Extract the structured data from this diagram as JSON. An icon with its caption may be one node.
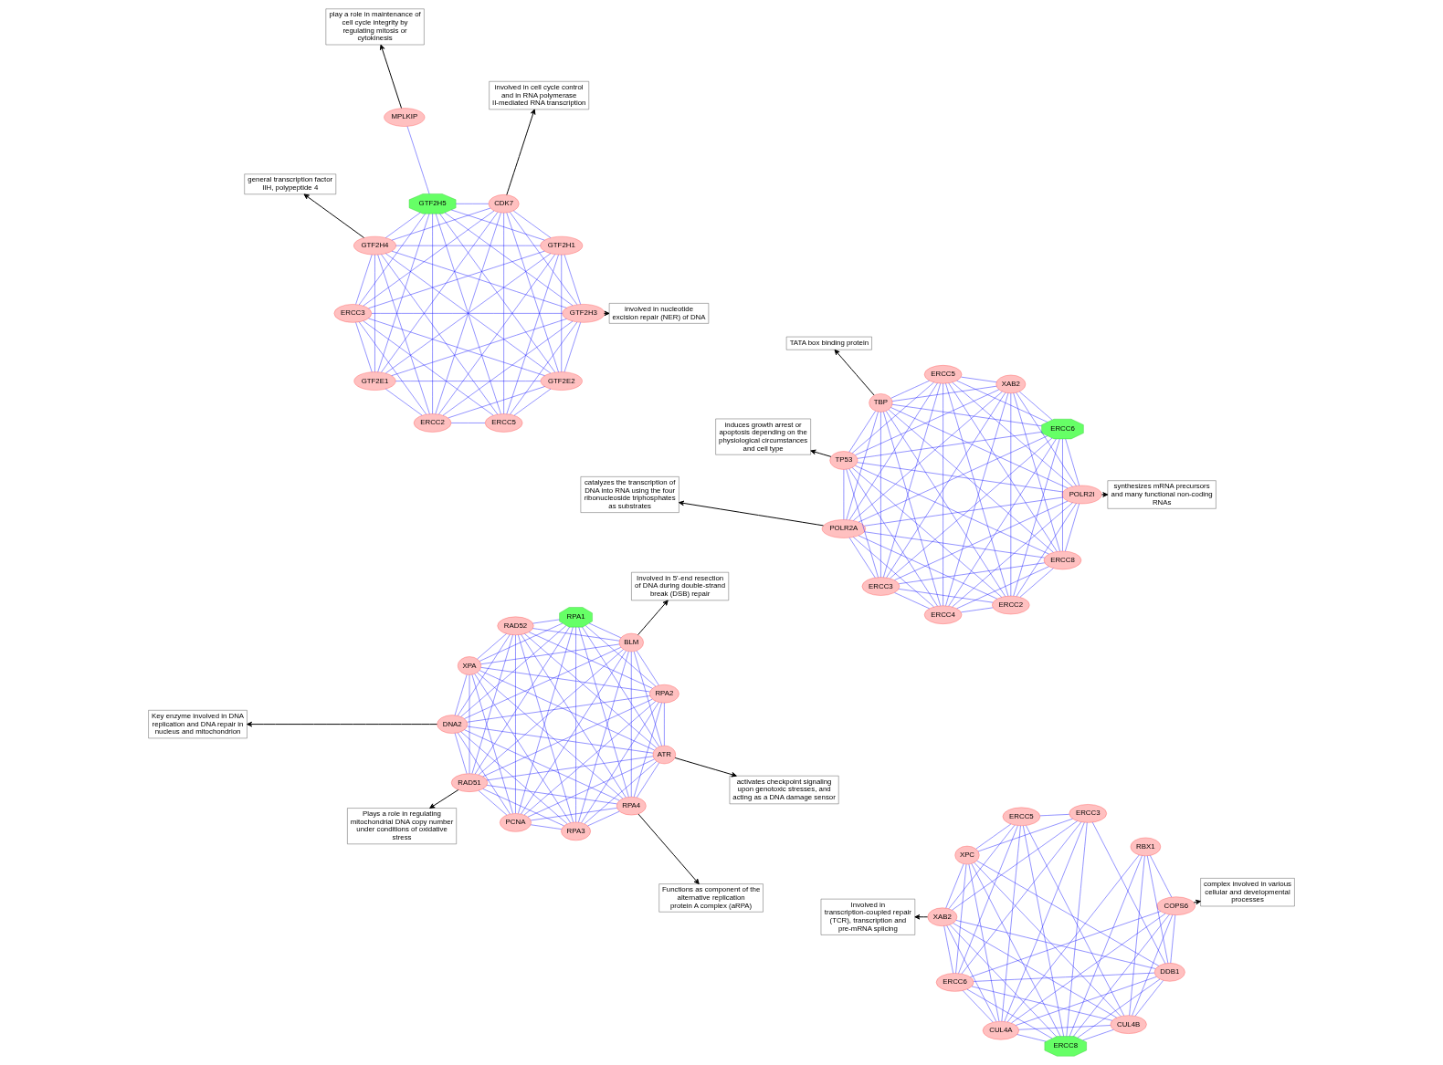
{
  "diagram": {
    "nodes": [
      {
        "text": [
          "Involved in transcription-coupled repair (TCR), transcription and pre-mRNA splicing"
        ]
      },
      {
        "text": [
          "XAB2"
        ]
      },
      {
        "text": [
          "ERCC6"
        ]
      },
      {
        "text": [
          "ERCC3"
        ]
      },
      {
        "text": [
          "ERCC8"
        ]
      },
      {
        "text": [
          "ERCC5"
        ]
      },
      {
        "text": [
          "RBX1"
        ]
      },
      {
        "text": [
          "CUL4B"
        ]
      },
      {
        "text": [
          "XPC"
        ]
      },
      {
        "text": [
          "CUL4A"
        ]
      },
      {
        "text": [
          "COPS6"
        ]
      },
      {
        "text": [
          "DDB1"
        ]
      },
      {
        "text": [
          "complex involved in various cellular and developmental processes"
        ]
      },
      {
        "text": [
          "catalyzes the transcription of DNA into RNA using the four ribonucleoside triphosphates as substrates"
        ]
      },
      {
        "text": [
          "POLR2A"
        ]
      },
      {
        "text": [
          "ERCC3"
        ]
      },
      {
        "text": [
          "TATA box binding protein"
        ]
      },
      {
        "text": [
          "TBP"
        ]
      },
      {
        "text": [
          "ERCC5"
        ]
      },
      {
        "text": [
          "XAB2"
        ]
      },
      {
        "text": [
          "ERCC6"
        ]
      },
      {
        "text": [
          "POLR2I"
        ]
      },
      {
        "text": [
          "ERCC8"
        ]
      },
      {
        "text": [
          "synthesizes mRNA precursors and many functional non-coding RNAs"
        ]
      },
      {
        "text": [
          "ERCC2"
        ]
      },
      {
        "text": [
          "ERCC4"
        ]
      },
      {
        "text": [
          "TP53"
        ]
      },
      {
        "text": [
          "induces growth arrest or apoptosis depending on the physiological circumstances and cell type"
        ]
      },
      {
        "text": [
          "Key enzyme involved in DNA replication and DNA repair in nucleus and mitochondrion"
        ]
      },
      {
        "text": [
          "XPA"
        ]
      },
      {
        "text": [
          "DNA2"
        ]
      },
      {
        "text": [
          "Involved in 5'-end resection of DNA during double-strand break (DSB) repair"
        ]
      },
      {
        "text": [
          "RPA1"
        ]
      },
      {
        "text": [
          "BLM"
        ]
      },
      {
        "text": [
          "activates checkpoint signaling upon genotoxic stresses, and acting as a DNA damage sensor"
        ]
      },
      {
        "text": [
          "RPA2"
        ]
      },
      {
        "text": [
          "ATR"
        ]
      },
      {
        "text": [
          "RPA4"
        ]
      },
      {
        "text": [
          "RPA3"
        ]
      },
      {
        "text": [
          "Functions as component of the alternative replication protein A complex (aRPA)"
        ]
      },
      {
        "text": [
          "PCNA"
        ]
      },
      {
        "text": [
          "RAD51"
        ]
      },
      {
        "text": [
          "RAD52"
        ]
      },
      {
        "text": [
          "Plays a role in regulating mitochondrial DNA copy number under conditions of oxidative stress"
        ]
      },
      {
        "text": [
          "ERCC5"
        ]
      },
      {
        "text": [
          "GTF2E1"
        ]
      },
      {
        "text": [
          "general transcription factor IIH, polypeptide 4"
        ]
      },
      {
        "text": [
          "GTF2E2"
        ]
      },
      {
        "text": [
          "ERCC3"
        ]
      },
      {
        "text": [
          "GTF2H4"
        ]
      },
      {
        "text": [
          "GTF2H5"
        ]
      },
      {
        "text": [
          "involved in cell cycle control and in RNA polymerase II-mediated RNA transcription"
        ]
      },
      {
        "text": [
          "CDK7"
        ]
      },
      {
        "text": [
          "GTF2H1"
        ]
      },
      {
        "text": [
          "MPLKIP"
        ]
      },
      {
        "text": [
          "play a role in maintenance of cell cycle integrity by regulating mitosis or cytokinesis"
        ]
      },
      {
        "text": [
          "GTF2H3"
        ]
      },
      {
        "text": [
          "ERCC2"
        ]
      },
      {
        "text": [
          "involved in nucleotide excision repair (NER) of DNA"
        ]
      }
    ],
    "edges": [
      {
        "from": 1,
        "to": 0,
        "arrow": "to",
        "color": "#000000"
      },
      {
        "from": 10,
        "to": 12,
        "arrow": "to",
        "color": "#000000"
      },
      {
        "from": 1,
        "to": 2,
        "arrow": "none"
      },
      {
        "from": 1,
        "to": 4,
        "arrow": "none"
      },
      {
        "from": 1,
        "to": 3,
        "arrow": "none"
      },
      {
        "from": 1,
        "to": 5,
        "arrow": "none"
      },
      {
        "from": 1,
        "to": 7,
        "arrow": "none"
      },
      {
        "from": 1,
        "to": 9,
        "arrow": "none"
      },
      {
        "from": 1,
        "to": 11,
        "arrow": "none"
      },
      {
        "from": 1,
        "to": 8,
        "arrow": "none"
      },
      {
        "from": 2,
        "to": 4,
        "arrow": "none"
      },
      {
        "from": 2,
        "to": 3,
        "arrow": "none"
      },
      {
        "from": 2,
        "to": 5,
        "arrow": "none"
      },
      {
        "from": 2,
        "to": 7,
        "arrow": "none"
      },
      {
        "from": 2,
        "to": 9,
        "arrow": "none"
      },
      {
        "from": 2,
        "to": 11,
        "arrow": "none"
      },
      {
        "from": 2,
        "to": 10,
        "arrow": "none"
      },
      {
        "from": 2,
        "to": 8,
        "arrow": "none"
      },
      {
        "from": 4,
        "to": 3,
        "arrow": "none"
      },
      {
        "from": 4,
        "to": 5,
        "arrow": "none"
      },
      {
        "from": 4,
        "to": 7,
        "arrow": "none"
      },
      {
        "from": 4,
        "to": 9,
        "arrow": "none"
      },
      {
        "from": 4,
        "to": 11,
        "arrow": "none"
      },
      {
        "from": 4,
        "to": 10,
        "arrow": "none"
      },
      {
        "from": 4,
        "to": 8,
        "arrow": "none"
      },
      {
        "from": 4,
        "to": 6,
        "arrow": "none"
      },
      {
        "from": 3,
        "to": 5,
        "arrow": "none"
      },
      {
        "from": 3,
        "to": 9,
        "arrow": "none"
      },
      {
        "from": 3,
        "to": 11,
        "arrow": "none"
      },
      {
        "from": 3,
        "to": 8,
        "arrow": "none"
      },
      {
        "from": 5,
        "to": 7,
        "arrow": "none"
      },
      {
        "from": 5,
        "to": 9,
        "arrow": "none"
      },
      {
        "from": 5,
        "to": 8,
        "arrow": "none"
      },
      {
        "from": 7,
        "to": 8,
        "arrow": "none"
      },
      {
        "from": 7,
        "to": 6,
        "arrow": "none"
      },
      {
        "from": 7,
        "to": 9,
        "arrow": "none"
      },
      {
        "from": 7,
        "to": 11,
        "arrow": "none"
      },
      {
        "from": 7,
        "to": 10,
        "arrow": "none"
      },
      {
        "from": 9,
        "to": 11,
        "arrow": "none"
      },
      {
        "from": 9,
        "to": 10,
        "arrow": "none"
      },
      {
        "from": 9,
        "to": 6,
        "arrow": "none"
      },
      {
        "from": 9,
        "to": 8,
        "arrow": "none"
      },
      {
        "from": 11,
        "to": 10,
        "arrow": "none"
      },
      {
        "from": 11,
        "to": 6,
        "arrow": "none"
      },
      {
        "from": 11,
        "to": 8,
        "arrow": "none"
      },
      {
        "from": 6,
        "to": 10,
        "arrow": "none"
      },
      {
        "from": 14,
        "to": 13,
        "arrow": "to",
        "color": "#000000"
      },
      {
        "from": 17,
        "to": 16,
        "arrow": "to",
        "color": "#000000"
      },
      {
        "from": 21,
        "to": 23,
        "arrow": "to",
        "color": "#000000"
      },
      {
        "from": 26,
        "to": 27,
        "arrow": "to",
        "color": "#000000"
      },
      {
        "from": 14,
        "to": 15,
        "arrow": "none"
      },
      {
        "from": 14,
        "to": 17,
        "arrow": "none"
      },
      {
        "from": 14,
        "to": 18,
        "arrow": "none"
      },
      {
        "from": 14,
        "to": 19,
        "arrow": "none"
      },
      {
        "from": 14,
        "to": 20,
        "arrow": "none"
      },
      {
        "from": 14,
        "to": 21,
        "arrow": "none"
      },
      {
        "from": 14,
        "to": 22,
        "arrow": "none"
      },
      {
        "from": 14,
        "to": 24,
        "arrow": "none"
      },
      {
        "from": 14,
        "to": 25,
        "arrow": "none"
      },
      {
        "from": 14,
        "to": 26,
        "arrow": "none"
      },
      {
        "from": 15,
        "to": 17,
        "arrow": "none"
      },
      {
        "from": 15,
        "to": 18,
        "arrow": "none"
      },
      {
        "from": 15,
        "to": 19,
        "arrow": "none"
      },
      {
        "from": 15,
        "to": 20,
        "arrow": "none"
      },
      {
        "from": 15,
        "to": 21,
        "arrow": "none"
      },
      {
        "from": 15,
        "to": 22,
        "arrow": "none"
      },
      {
        "from": 15,
        "to": 24,
        "arrow": "none"
      },
      {
        "from": 15,
        "to": 25,
        "arrow": "none"
      },
      {
        "from": 15,
        "to": 26,
        "arrow": "none"
      },
      {
        "from": 17,
        "to": 18,
        "arrow": "none"
      },
      {
        "from": 17,
        "to": 19,
        "arrow": "none"
      },
      {
        "from": 17,
        "to": 20,
        "arrow": "none"
      },
      {
        "from": 17,
        "to": 21,
        "arrow": "none"
      },
      {
        "from": 17,
        "to": 22,
        "arrow": "none"
      },
      {
        "from": 17,
        "to": 24,
        "arrow": "none"
      },
      {
        "from": 17,
        "to": 25,
        "arrow": "none"
      },
      {
        "from": 17,
        "to": 26,
        "arrow": "none"
      },
      {
        "from": 18,
        "to": 19,
        "arrow": "none"
      },
      {
        "from": 18,
        "to": 20,
        "arrow": "none"
      },
      {
        "from": 18,
        "to": 21,
        "arrow": "none"
      },
      {
        "from": 18,
        "to": 22,
        "arrow": "none"
      },
      {
        "from": 18,
        "to": 24,
        "arrow": "none"
      },
      {
        "from": 18,
        "to": 25,
        "arrow": "none"
      },
      {
        "from": 18,
        "to": 26,
        "arrow": "none"
      },
      {
        "from": 19,
        "to": 20,
        "arrow": "none"
      },
      {
        "from": 19,
        "to": 21,
        "arrow": "none"
      },
      {
        "from": 19,
        "to": 22,
        "arrow": "none"
      },
      {
        "from": 19,
        "to": 24,
        "arrow": "none"
      },
      {
        "from": 19,
        "to": 25,
        "arrow": "none"
      },
      {
        "from": 19,
        "to": 26,
        "arrow": "none"
      },
      {
        "from": 20,
        "to": 21,
        "arrow": "none"
      },
      {
        "from": 20,
        "to": 22,
        "arrow": "none"
      },
      {
        "from": 20,
        "to": 24,
        "arrow": "none"
      },
      {
        "from": 20,
        "to": 25,
        "arrow": "none"
      },
      {
        "from": 20,
        "to": 26,
        "arrow": "none"
      },
      {
        "from": 21,
        "to": 22,
        "arrow": "none"
      },
      {
        "from": 21,
        "to": 24,
        "arrow": "none"
      },
      {
        "from": 21,
        "to": 25,
        "arrow": "none"
      },
      {
        "from": 21,
        "to": 26,
        "arrow": "none"
      },
      {
        "from": 22,
        "to": 24,
        "arrow": "none"
      },
      {
        "from": 22,
        "to": 25,
        "arrow": "none"
      },
      {
        "from": 22,
        "to": 26,
        "arrow": "none"
      },
      {
        "from": 24,
        "to": 25,
        "arrow": "none"
      },
      {
        "from": 24,
        "to": 26,
        "arrow": "none"
      },
      {
        "from": 25,
        "to": 26,
        "arrow": "none"
      },
      {
        "from": 30,
        "to": 28,
        "arrow": "to",
        "color": "#000000"
      },
      {
        "from": 33,
        "to": 31,
        "arrow": "to",
        "color": "#000000"
      },
      {
        "from": 36,
        "to": 34,
        "arrow": "to",
        "color": "#000000"
      },
      {
        "from": 37,
        "to": 39,
        "arrow": "to",
        "color": "#000000"
      },
      {
        "from": 41,
        "to": 43,
        "arrow": "to",
        "color": "#000000"
      },
      {
        "from": 29,
        "to": 30,
        "arrow": "none"
      },
      {
        "from": 29,
        "to": 32,
        "arrow": "none"
      },
      {
        "from": 29,
        "to": 33,
        "arrow": "none"
      },
      {
        "from": 29,
        "to": 35,
        "arrow": "none"
      },
      {
        "from": 29,
        "to": 36,
        "arrow": "none"
      },
      {
        "from": 29,
        "to": 37,
        "arrow": "none"
      },
      {
        "from": 29,
        "to": 38,
        "arrow": "none"
      },
      {
        "from": 29,
        "to": 40,
        "arrow": "none"
      },
      {
        "from": 29,
        "to": 41,
        "arrow": "none"
      },
      {
        "from": 29,
        "to": 42,
        "arrow": "none"
      },
      {
        "from": 30,
        "to": 32,
        "arrow": "none"
      },
      {
        "from": 30,
        "to": 33,
        "arrow": "none"
      },
      {
        "from": 30,
        "to": 35,
        "arrow": "none"
      },
      {
        "from": 30,
        "to": 36,
        "arrow": "none"
      },
      {
        "from": 30,
        "to": 37,
        "arrow": "none"
      },
      {
        "from": 30,
        "to": 38,
        "arrow": "none"
      },
      {
        "from": 30,
        "to": 40,
        "arrow": "none"
      },
      {
        "from": 30,
        "to": 41,
        "arrow": "none"
      },
      {
        "from": 30,
        "to": 42,
        "arrow": "none"
      },
      {
        "from": 32,
        "to": 33,
        "arrow": "none"
      },
      {
        "from": 32,
        "to": 35,
        "arrow": "none"
      },
      {
        "from": 32,
        "to": 36,
        "arrow": "none"
      },
      {
        "from": 32,
        "to": 37,
        "arrow": "none"
      },
      {
        "from": 32,
        "to": 38,
        "arrow": "none"
      },
      {
        "from": 32,
        "to": 40,
        "arrow": "none"
      },
      {
        "from": 32,
        "to": 41,
        "arrow": "none"
      },
      {
        "from": 32,
        "to": 42,
        "arrow": "none"
      },
      {
        "from": 33,
        "to": 35,
        "arrow": "none"
      },
      {
        "from": 33,
        "to": 36,
        "arrow": "none"
      },
      {
        "from": 33,
        "to": 37,
        "arrow": "none"
      },
      {
        "from": 33,
        "to": 38,
        "arrow": "none"
      },
      {
        "from": 33,
        "to": 40,
        "arrow": "none"
      },
      {
        "from": 33,
        "to": 41,
        "arrow": "none"
      },
      {
        "from": 33,
        "to": 42,
        "arrow": "none"
      },
      {
        "from": 35,
        "to": 36,
        "arrow": "none"
      },
      {
        "from": 35,
        "to": 37,
        "arrow": "none"
      },
      {
        "from": 35,
        "to": 38,
        "arrow": "none"
      },
      {
        "from": 35,
        "to": 40,
        "arrow": "none"
      },
      {
        "from": 35,
        "to": 41,
        "arrow": "none"
      },
      {
        "from": 35,
        "to": 42,
        "arrow": "none"
      },
      {
        "from": 36,
        "to": 37,
        "arrow": "none"
      },
      {
        "from": 36,
        "to": 38,
        "arrow": "none"
      },
      {
        "from": 36,
        "to": 40,
        "arrow": "none"
      },
      {
        "from": 36,
        "to": 41,
        "arrow": "none"
      },
      {
        "from": 36,
        "to": 42,
        "arrow": "none"
      },
      {
        "from": 37,
        "to": 38,
        "arrow": "none"
      },
      {
        "from": 37,
        "to": 40,
        "arrow": "none"
      },
      {
        "from": 37,
        "to": 41,
        "arrow": "none"
      },
      {
        "from": 37,
        "to": 42,
        "arrow": "none"
      },
      {
        "from": 38,
        "to": 40,
        "arrow": "none"
      },
      {
        "from": 38,
        "to": 41,
        "arrow": "none"
      },
      {
        "from": 38,
        "to": 42,
        "arrow": "none"
      },
      {
        "from": 40,
        "to": 41,
        "arrow": "none"
      },
      {
        "from": 40,
        "to": 42,
        "arrow": "none"
      },
      {
        "from": 41,
        "to": 42,
        "arrow": "none"
      },
      {
        "from": 49,
        "to": 46,
        "arrow": "to",
        "color": "#000000"
      },
      {
        "from": 52,
        "to": 51,
        "arrow": "to",
        "color": "#000000"
      },
      {
        "from": 54,
        "to": 55,
        "arrow": "to",
        "color": "#000000"
      },
      {
        "from": 56,
        "to": 58,
        "arrow": "to",
        "color": "#000000"
      },
      {
        "from": 44,
        "to": 47,
        "arrow": "none"
      },
      {
        "from": 44,
        "to": 48,
        "arrow": "none"
      },
      {
        "from": 44,
        "to": 49,
        "arrow": "none"
      },
      {
        "from": 44,
        "to": 50,
        "arrow": "none"
      },
      {
        "from": 44,
        "to": 52,
        "arrow": "none"
      },
      {
        "from": 44,
        "to": 53,
        "arrow": "none"
      },
      {
        "from": 44,
        "to": 56,
        "arrow": "none"
      },
      {
        "from": 44,
        "to": 57,
        "arrow": "none"
      },
      {
        "from": 45,
        "to": 47,
        "arrow": "none"
      },
      {
        "from": 45,
        "to": 48,
        "arrow": "none"
      },
      {
        "from": 45,
        "to": 49,
        "arrow": "none"
      },
      {
        "from": 45,
        "to": 50,
        "arrow": "none"
      },
      {
        "from": 45,
        "to": 52,
        "arrow": "none"
      },
      {
        "from": 45,
        "to": 53,
        "arrow": "none"
      },
      {
        "from": 45,
        "to": 56,
        "arrow": "none"
      },
      {
        "from": 45,
        "to": 57,
        "arrow": "none"
      },
      {
        "from": 47,
        "to": 48,
        "arrow": "none"
      },
      {
        "from": 47,
        "to": 49,
        "arrow": "none"
      },
      {
        "from": 47,
        "to": 50,
        "arrow": "none"
      },
      {
        "from": 47,
        "to": 52,
        "arrow": "none"
      },
      {
        "from": 47,
        "to": 53,
        "arrow": "none"
      },
      {
        "from": 47,
        "to": 56,
        "arrow": "none"
      },
      {
        "from": 47,
        "to": 57,
        "arrow": "none"
      },
      {
        "from": 48,
        "to": 49,
        "arrow": "none"
      },
      {
        "from": 48,
        "to": 50,
        "arrow": "none"
      },
      {
        "from": 48,
        "to": 52,
        "arrow": "none"
      },
      {
        "from": 48,
        "to": 53,
        "arrow": "none"
      },
      {
        "from": 48,
        "to": 56,
        "arrow": "none"
      },
      {
        "from": 48,
        "to": 57,
        "arrow": "none"
      },
      {
        "from": 49,
        "to": 50,
        "arrow": "none"
      },
      {
        "from": 49,
        "to": 52,
        "arrow": "none"
      },
      {
        "from": 49,
        "to": 53,
        "arrow": "none"
      },
      {
        "from": 49,
        "to": 56,
        "arrow": "none"
      },
      {
        "from": 49,
        "to": 57,
        "arrow": "none"
      },
      {
        "from": 50,
        "to": 52,
        "arrow": "none"
      },
      {
        "from": 50,
        "to": 53,
        "arrow": "none"
      },
      {
        "from": 50,
        "to": 56,
        "arrow": "none"
      },
      {
        "from": 50,
        "to": 57,
        "arrow": "none"
      },
      {
        "from": 52,
        "to": 53,
        "arrow": "none"
      },
      {
        "from": 52,
        "to": 56,
        "arrow": "none"
      },
      {
        "from": 52,
        "to": 57,
        "arrow": "none"
      },
      {
        "from": 53,
        "to": 56,
        "arrow": "none"
      },
      {
        "from": 53,
        "to": 57,
        "arrow": "none"
      },
      {
        "from": 56,
        "to": 57,
        "arrow": "none"
      },
      {
        "from": 54,
        "to": 50,
        "arrow": "none"
      }
    ]
  }
}
